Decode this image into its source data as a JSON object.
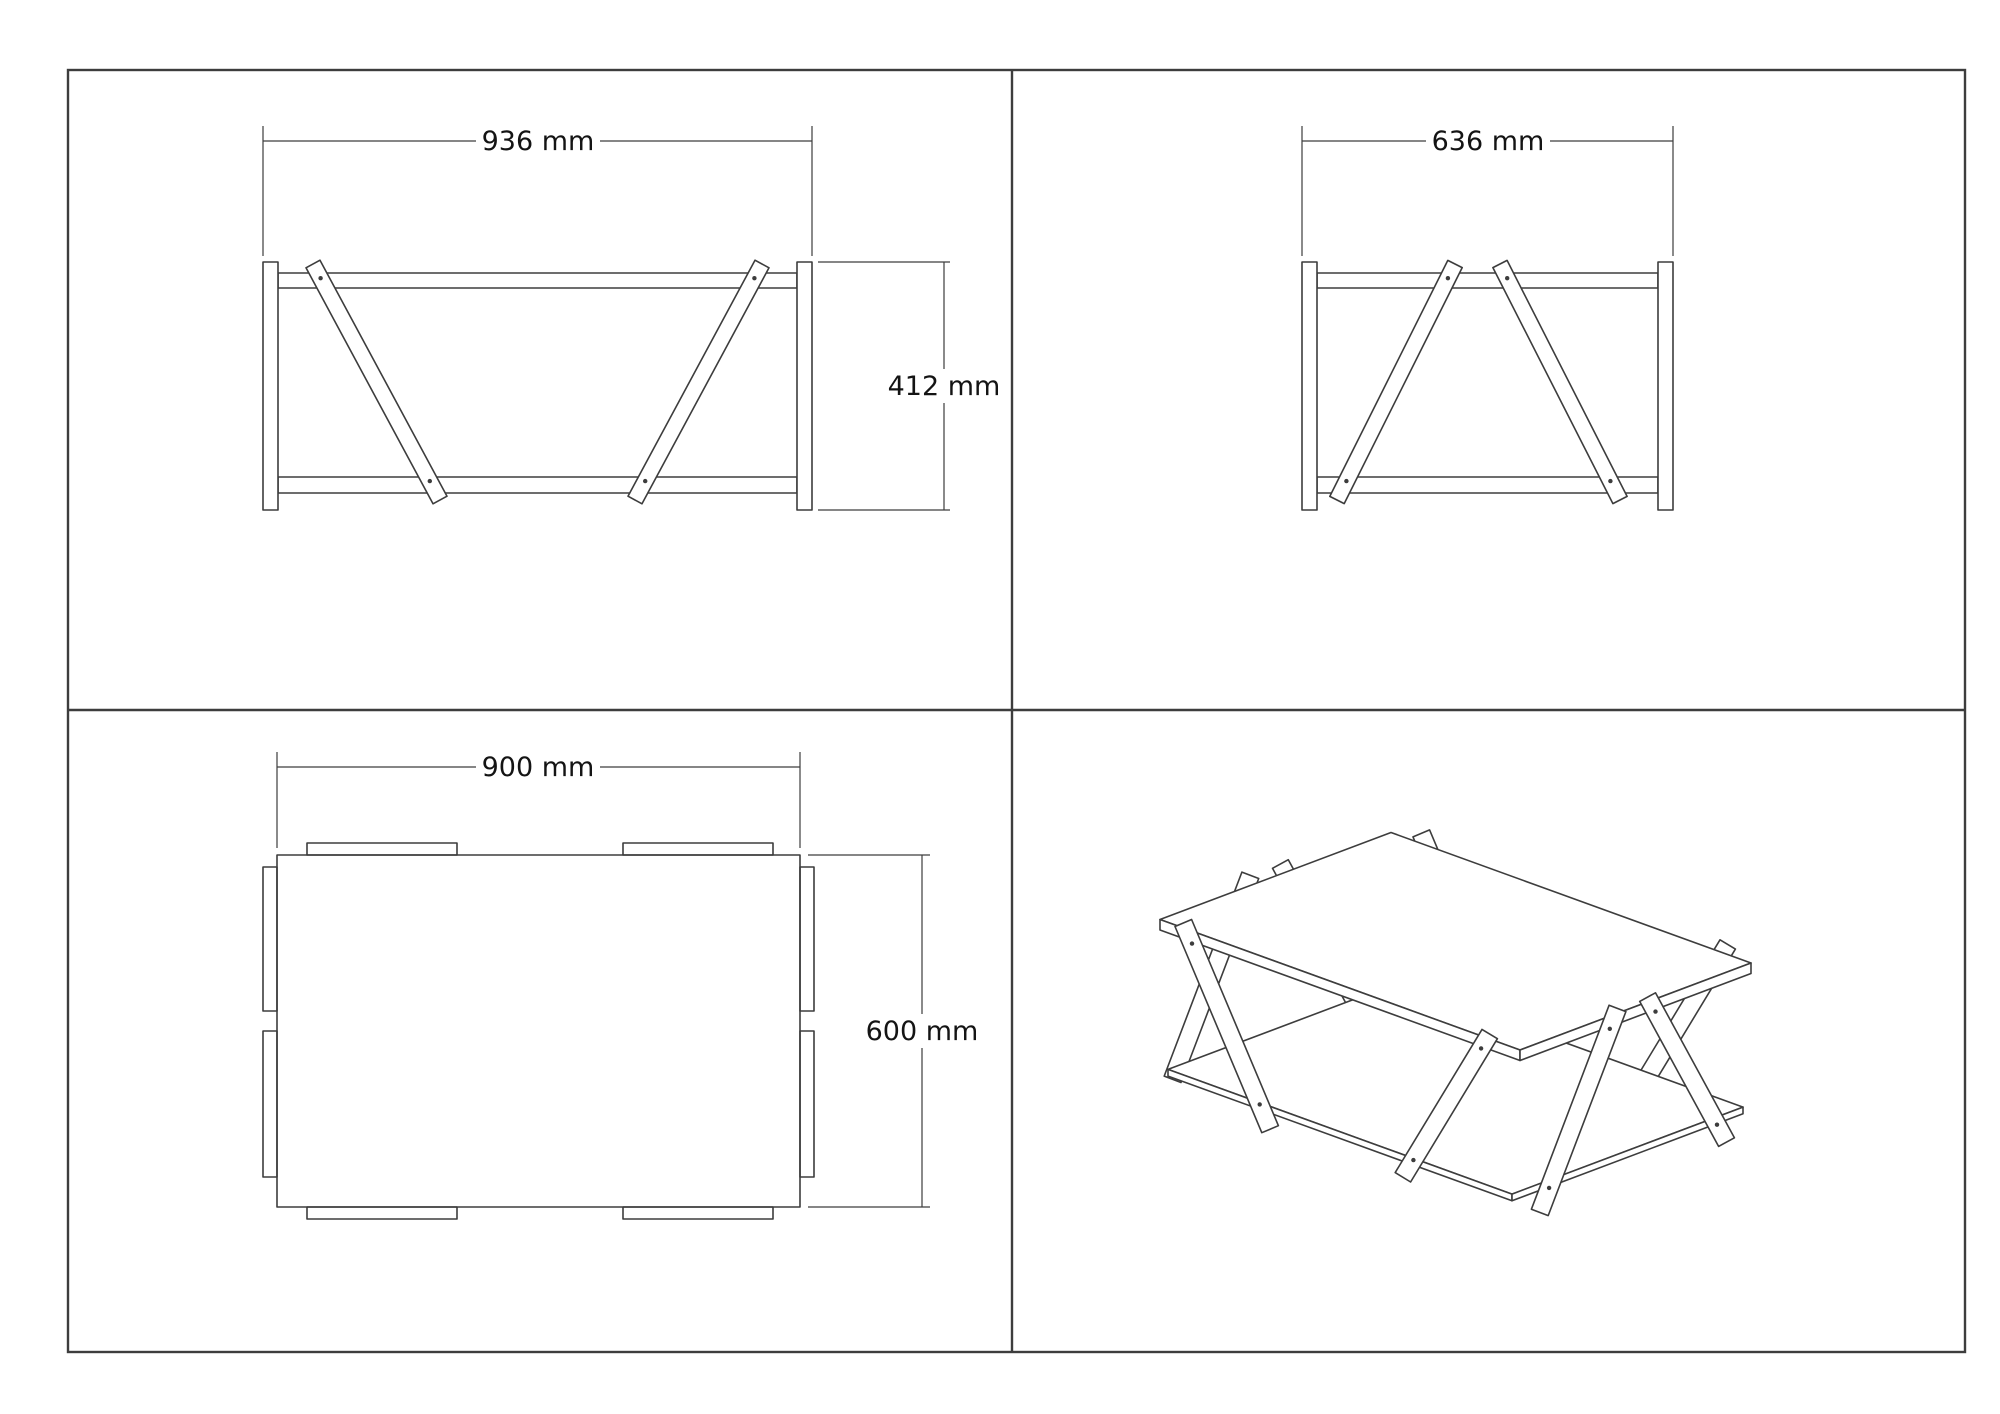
{
  "sheet": {
    "background": "#ffffff",
    "line_color": "#3d3d3d",
    "text_color": "#141414"
  },
  "dimensions": {
    "front_width": "936 mm",
    "front_height": "412 mm",
    "side_width": "636 mm",
    "top_width": "900 mm",
    "top_depth": "600 mm"
  }
}
